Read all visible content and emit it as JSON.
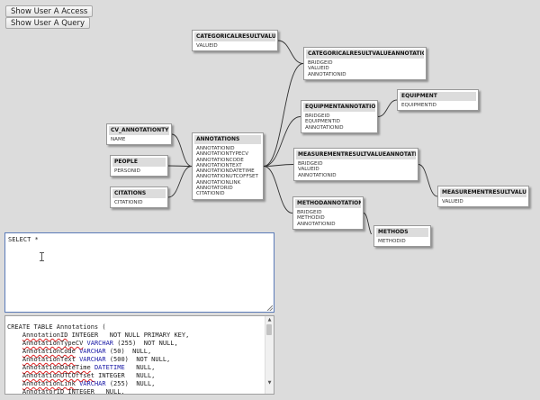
{
  "toolbar": {
    "show_access_label": "Show User A Access",
    "show_query_label": "Show User A Query"
  },
  "diagram": {
    "tables": [
      {
        "name": "CATEGORICALRESULTVALUES",
        "fields": [
          "VALUEID"
        ]
      },
      {
        "name": "CATEGORICALRESULTVALUEANNOTATIONS",
        "fields": [
          "BRIDGEID",
          "VALUEID",
          "ANNOTATIONID"
        ]
      },
      {
        "name": "EQUIPMENT",
        "fields": [
          "EQUIPMENTID"
        ]
      },
      {
        "name": "EQUIPMENTANNOTATIONS",
        "fields": [
          "BRIDGEID",
          "EQUIPMENTID",
          "ANNOTATIONID"
        ]
      },
      {
        "name": "CV_ANNOTATIONTYPE",
        "fields": [
          "NAME"
        ]
      },
      {
        "name": "ANNOTATIONS",
        "fields": [
          "ANNOTATIONID",
          "ANNOTATIONTYPECV",
          "ANNOTATIONCODE",
          "ANNOTATIONTEXT",
          "ANNOTATIONDATETIME",
          "ANNOTATIONUTCOFFSET",
          "ANNOTATIONLINK",
          "ANNOTATORID",
          "CITATIONID"
        ]
      },
      {
        "name": "PEOPLE",
        "fields": [
          "PERSONID"
        ]
      },
      {
        "name": "MEASUREMENTRESULTVALUEANNOTATIONS",
        "fields": [
          "BRIDGEID",
          "VALUEID",
          "ANNOTATIONID"
        ]
      },
      {
        "name": "CITATIONS",
        "fields": [
          "CITATIONID"
        ]
      },
      {
        "name": "MEASUREMENTRESULTVALUES",
        "fields": [
          "VALUEID"
        ]
      },
      {
        "name": "METHODANNOTATIONS",
        "fields": [
          "BRIDGEID",
          "METHODID",
          "ANNOTATIONID"
        ]
      },
      {
        "name": "METHODS",
        "fields": [
          "METHODID"
        ]
      }
    ],
    "links": [
      [
        "CATEGORICALRESULTVALUES",
        "CATEGORICALRESULTVALUEANNOTATIONS"
      ],
      [
        "ANNOTATIONS",
        "CATEGORICALRESULTVALUEANNOTATIONS"
      ],
      [
        "ANNOTATIONS",
        "EQUIPMENTANNOTATIONS"
      ],
      [
        "EQUIPMENTANNOTATIONS",
        "EQUIPMENT"
      ],
      [
        "ANNOTATIONS",
        "MEASUREMENTRESULTVALUEANNOTATIONS"
      ],
      [
        "MEASUREMENTRESULTVALUEANNOTATIONS",
        "MEASUREMENTRESULTVALUES"
      ],
      [
        "ANNOTATIONS",
        "METHODANNOTATIONS"
      ],
      [
        "METHODANNOTATIONS",
        "METHODS"
      ],
      [
        "CV_ANNOTATIONTYPE",
        "ANNOTATIONS"
      ],
      [
        "PEOPLE",
        "ANNOTATIONS"
      ],
      [
        "CITATIONS",
        "ANNOTATIONS"
      ]
    ]
  },
  "query": {
    "text": "SELECT *"
  },
  "ddl": {
    "lines": [
      [
        {
          "t": "CREATE TABLE Annotations ("
        }
      ],
      [
        {
          "t": "    "
        },
        {
          "t": "AnnotationID",
          "c": "id"
        },
        {
          "t": " INTEGER   NOT NULL PRIMARY KEY,"
        }
      ],
      [
        {
          "t": "    "
        },
        {
          "t": "AnnotationTypeCV",
          "c": "id"
        },
        {
          "t": " "
        },
        {
          "t": "VARCHAR",
          "c": "kw"
        },
        {
          "t": " (255)  NOT NULL,"
        }
      ],
      [
        {
          "t": "    "
        },
        {
          "t": "AnnotationCode",
          "c": "id"
        },
        {
          "t": " "
        },
        {
          "t": "VARCHAR",
          "c": "kw"
        },
        {
          "t": " (50)  NULL,"
        }
      ],
      [
        {
          "t": "    "
        },
        {
          "t": "AnnotationText",
          "c": "id"
        },
        {
          "t": " "
        },
        {
          "t": "VARCHAR",
          "c": "kw"
        },
        {
          "t": " (500)  NOT NULL,"
        }
      ],
      [
        {
          "t": "    "
        },
        {
          "t": "AnnotationDateTime",
          "c": "id"
        },
        {
          "t": " "
        },
        {
          "t": "DATETIME",
          "c": "kw"
        },
        {
          "t": "   NULL,"
        }
      ],
      [
        {
          "t": "    "
        },
        {
          "t": "AnnotationUTCOffset",
          "c": "id"
        },
        {
          "t": " INTEGER   NULL,"
        }
      ],
      [
        {
          "t": "    "
        },
        {
          "t": "AnnotationLink",
          "c": "id"
        },
        {
          "t": " "
        },
        {
          "t": "VARCHAR",
          "c": "kw"
        },
        {
          "t": " (255)  NULL,"
        }
      ],
      [
        {
          "t": "    "
        },
        {
          "t": "AnnotatorID",
          "c": "id"
        },
        {
          "t": " INTEGER   NULL,"
        }
      ]
    ]
  }
}
